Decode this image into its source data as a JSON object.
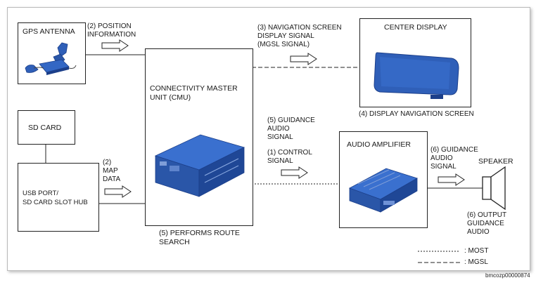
{
  "boxes": {
    "gps": "GPS ANTENNA",
    "cmu": "CONNECTIVITY MASTER\nUNIT (CMU)",
    "center_display": "CENTER DISPLAY",
    "sd_card": "SD CARD",
    "usb_hub": "USB PORT/\nSD CARD SLOT HUB",
    "audio_amp": "AUDIO AMPLIFIER"
  },
  "labels": {
    "position_info": "(2) POSITION\nINFORMATION",
    "nav_signal": "(3) NAVIGATION SCREEN\nDISPLAY SIGNAL\n(MGSL SIGNAL)",
    "display_nav": "(4) DISPLAY NAVIGATION SCREEN",
    "guidance_audio_signal": "(5) GUIDANCE\nAUDIO\nSIGNAL",
    "control_signal": "(1) CONTROL\nSIGNAL",
    "map_data": "(2)\nMAP\nDATA",
    "performs_route": "(5) PERFORMS ROUTE\nSEARCH",
    "amp_guidance": "(6) GUIDANCE\nAUDIO\nSIGNAL",
    "speaker": "SPEAKER",
    "output_guidance": "(6) OUTPUT\nGUIDANCE\nAUDIO"
  },
  "legend": {
    "most": ": MOST",
    "mgsl": ": MGSL"
  },
  "image_code": "bmcozp00000874",
  "colors": {
    "component_blue": "#2f5fb8",
    "component_dark": "#1c3f8a",
    "line": "#222222"
  },
  "icons": [
    "gps-antenna-image",
    "cmu-unit-image",
    "center-display-image",
    "audio-amplifier-image",
    "speaker-icon",
    "arrow-icon"
  ]
}
